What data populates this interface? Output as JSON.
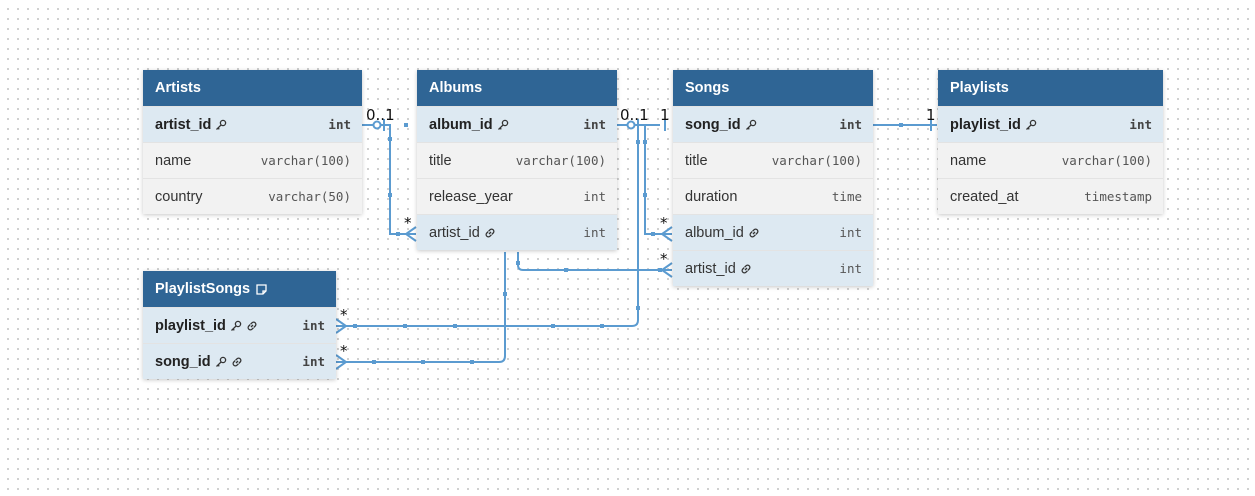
{
  "tables": {
    "artists": {
      "title": "Artists",
      "rows": [
        {
          "name": "artist_id",
          "type": "int"
        },
        {
          "name": "name",
          "type": "varchar(100)"
        },
        {
          "name": "country",
          "type": "varchar(50)"
        }
      ]
    },
    "albums": {
      "title": "Albums",
      "rows": [
        {
          "name": "album_id",
          "type": "int"
        },
        {
          "name": "title",
          "type": "varchar(100)"
        },
        {
          "name": "release_year",
          "type": "int"
        },
        {
          "name": "artist_id",
          "type": "int"
        }
      ]
    },
    "songs": {
      "title": "Songs",
      "rows": [
        {
          "name": "song_id",
          "type": "int"
        },
        {
          "name": "title",
          "type": "varchar(100)"
        },
        {
          "name": "duration",
          "type": "time"
        },
        {
          "name": "album_id",
          "type": "int"
        },
        {
          "name": "artist_id",
          "type": "int"
        }
      ]
    },
    "playlists": {
      "title": "Playlists",
      "rows": [
        {
          "name": "playlist_id",
          "type": "int"
        },
        {
          "name": "name",
          "type": "varchar(100)"
        },
        {
          "name": "created_at",
          "type": "timestamp"
        }
      ]
    },
    "playlistsongs": {
      "title": "PlaylistSongs",
      "rows": [
        {
          "name": "playlist_id",
          "type": "int"
        },
        {
          "name": "song_id",
          "type": "int"
        }
      ]
    }
  },
  "cardinality": {
    "artists_albums_one": "0..1",
    "artists_albums_many": "*",
    "albums_songs_one": "0..1",
    "albums_songs_many": "*",
    "artists_songs_many": "*",
    "songs_playlists_one": "1",
    "playlists_songs_one": "1",
    "playlist_many": "*",
    "song_many": "*"
  },
  "icons": {
    "primary_key": "key-icon",
    "foreign_key": "link-icon",
    "note": "note-icon"
  },
  "colors": {
    "header": "#2f6595",
    "tint_row": "#dde9f2",
    "plain_row": "#f2f2f2",
    "connector": "#5b9bd0"
  }
}
